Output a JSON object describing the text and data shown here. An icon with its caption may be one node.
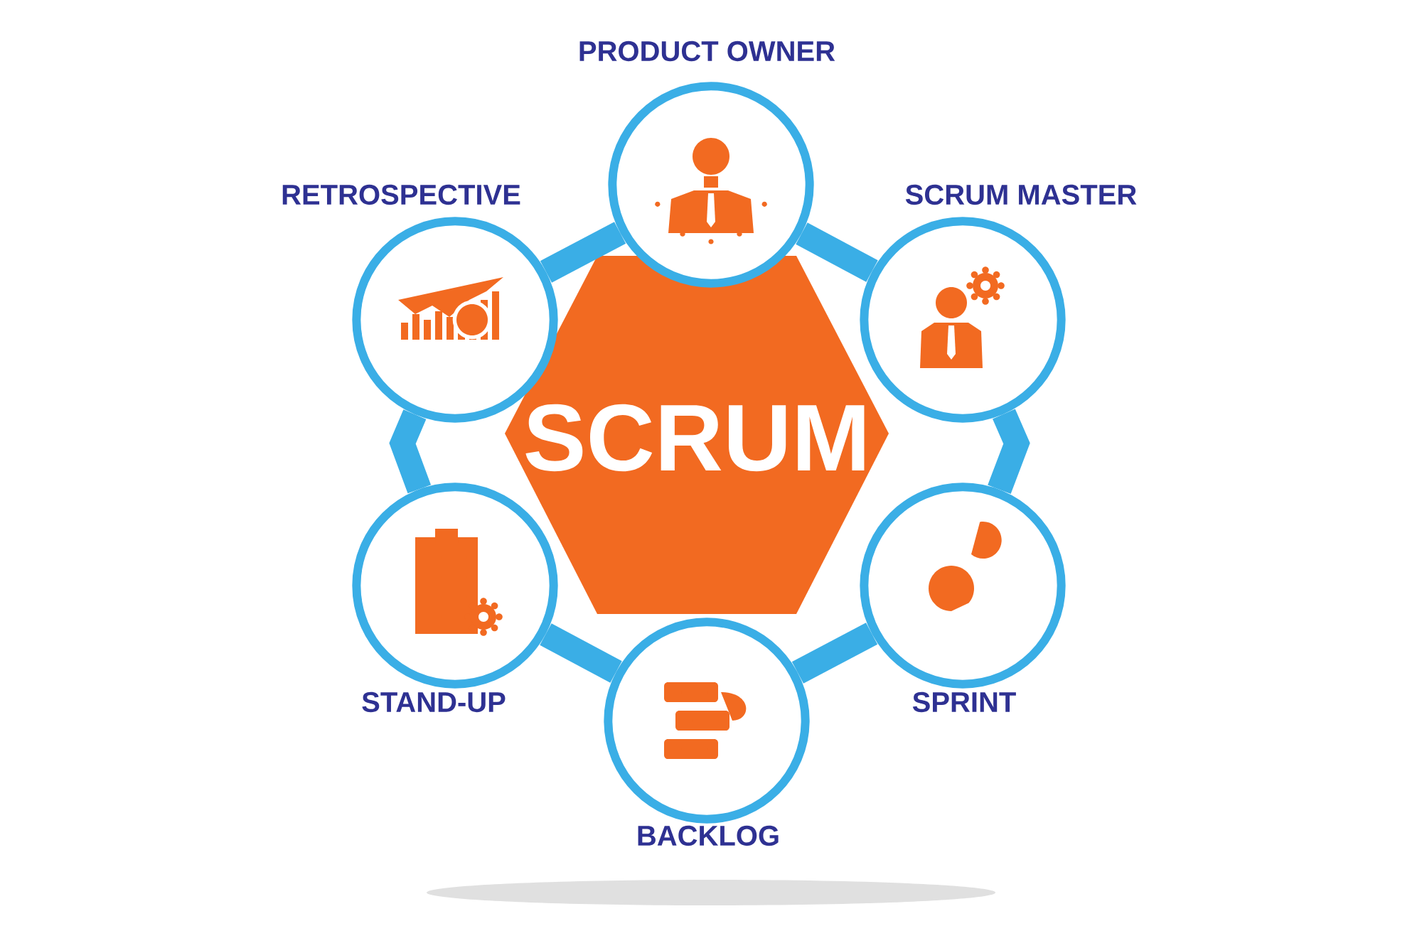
{
  "diagram": {
    "nodes": [
      {
        "text": [
          "SCRUM"
        ]
      },
      {
        "text": [
          "PRODUCT OWNER"
        ]
      },
      {
        "text": [
          "SCRUM MASTER"
        ]
      },
      {
        "text": [
          "SPRINT"
        ]
      },
      {
        "text": [
          "BACKLOG"
        ]
      },
      {
        "text": [
          "STAND-UP"
        ]
      },
      {
        "text": [
          "RETROSPECTIVE"
        ]
      }
    ],
    "edges": [
      {
        "from": 1,
        "to": 2,
        "arrow": "none"
      },
      {
        "from": 2,
        "to": 3,
        "arrow": "none"
      },
      {
        "from": 3,
        "to": 4,
        "arrow": "none"
      },
      {
        "from": 4,
        "to": 5,
        "arrow": "none"
      },
      {
        "from": 5,
        "to": 6,
        "arrow": "none"
      },
      {
        "from": 6,
        "to": 1,
        "arrow": "none"
      }
    ]
  }
}
